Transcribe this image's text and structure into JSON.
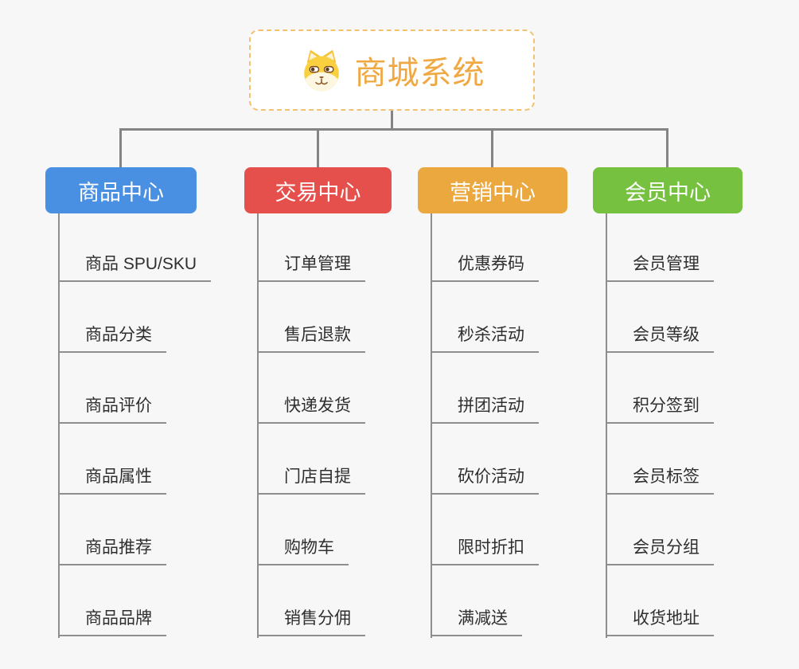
{
  "root": {
    "title": "商城系统",
    "icon": "dog-face-icon",
    "title_color": "#f0a843",
    "border_color": "#f3c172"
  },
  "connector_color": "#848484",
  "branches": [
    {
      "label": "商品中心",
      "color": "#4a90e2",
      "children": [
        "商品 SPU/SKU",
        "商品分类",
        "商品评价",
        "商品属性",
        "商品推荐",
        "商品品牌"
      ]
    },
    {
      "label": "交易中心",
      "color": "#e5504c",
      "children": [
        "订单管理",
        "售后退款",
        "快递发货",
        "门店自提",
        "购物车",
        "销售分佣"
      ]
    },
    {
      "label": "营销中心",
      "color": "#eba83f",
      "children": [
        "优惠券码",
        "秒杀活动",
        "拼团活动",
        "砍价活动",
        "限时折扣",
        "满减送"
      ]
    },
    {
      "label": "会员中心",
      "color": "#76c13f",
      "children": [
        "会员管理",
        "会员等级",
        "积分签到",
        "会员标签",
        "会员分组",
        "收货地址"
      ]
    }
  ]
}
